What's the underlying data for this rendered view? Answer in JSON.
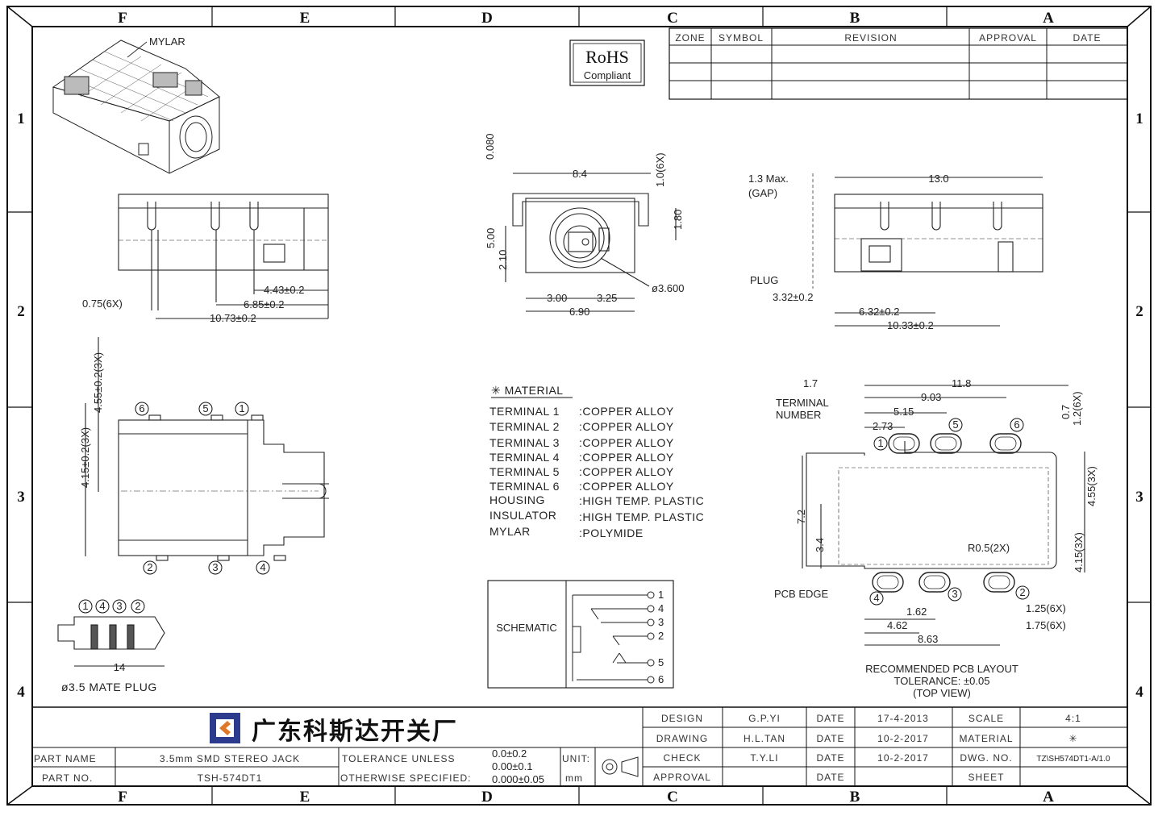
{
  "border": {
    "cols_top": [
      "F",
      "E",
      "D",
      "C",
      "B",
      "A"
    ],
    "rows_left": [
      "1",
      "2",
      "3",
      "4"
    ]
  },
  "revision_table": {
    "headers": [
      "ZONE",
      "SYMBOL",
      "REVISION",
      "APPROVAL",
      "DATE"
    ]
  },
  "rohs": {
    "line1": "RoHS",
    "line2": "Compliant"
  },
  "iso_view": {
    "label": "MYLAR"
  },
  "front_dims": {
    "d1": "0.75(6X)",
    "d2": "4.43±0.2",
    "d3": "6.85±0.2",
    "d4": "10.73±0.2"
  },
  "end_dims": {
    "w_top": "8.4",
    "h_top": "0.080",
    "pin": "1.0(6X)",
    "h_total": "5.00",
    "h_mid": "2.10",
    "h_r": "1.80",
    "w1": "3.00",
    "w2": "3.25",
    "w_bot": "6.90",
    "dia": "ø3.600"
  },
  "side_dims": {
    "gap1": "1.3 Max.",
    "gap2": "(GAP)",
    "len": "13.0",
    "plug": "PLUG",
    "d1": "3.32±0.2",
    "d2": "6.32±0.2",
    "d3": "10.33±0.2"
  },
  "top_dims": {
    "v1": "4.55±0.2(3X)",
    "v2": "4.15±0.2(3X)",
    "pins_top": [
      "6",
      "5",
      "1"
    ],
    "pins_bot": [
      "2",
      "3",
      "4"
    ]
  },
  "plug": {
    "nums": [
      "1",
      "4",
      "3",
      "2"
    ],
    "len": "14",
    "title": "ø3.5 MATE PLUG"
  },
  "material": {
    "title": "✳ MATERIAL",
    "rows": [
      {
        "k": "TERMINAL 1",
        "v": ":COPPER ALLOY"
      },
      {
        "k": "TERMINAL 2",
        "v": ":COPPER ALLOY"
      },
      {
        "k": "TERMINAL 3",
        "v": ":COPPER ALLOY"
      },
      {
        "k": "TERMINAL 4",
        "v": ":COPPER ALLOY"
      },
      {
        "k": "TERMINAL 5",
        "v": ":COPPER ALLOY"
      },
      {
        "k": "TERMINAL 6",
        "v": ":COPPER ALLOY"
      },
      {
        "k": "HOUSING",
        "v": ":HIGH TEMP. PLASTIC"
      },
      {
        "k": "INSULATOR",
        "v": ":HIGH TEMP. PLASTIC"
      },
      {
        "k": "MYLAR",
        "v": ":POLYMIDE"
      }
    ]
  },
  "schematic": {
    "label": "SCHEMATIC",
    "pins": [
      "1",
      "4",
      "3",
      "2",
      "5",
      "6"
    ]
  },
  "pcb": {
    "d17": "1.7",
    "d118": "11.8",
    "d903": "9.03",
    "d515": "5.15",
    "d273": "2.73",
    "term1": "TERMINAL",
    "term2": "NUMBER",
    "tol": "0.7",
    "d12": "1.2(6X)",
    "d455": "4.55(3X)",
    "d72": "7.2",
    "d34": "3.4",
    "r05": "R0.5(2X)",
    "d415": "4.15(3X)",
    "edge": "PCB EDGE",
    "d162": "1.62",
    "d462": "4.62",
    "d863": "8.63",
    "d125": "1.25(6X)",
    "d175": "1.75(6X)",
    "n_top": [
      "1",
      "5",
      "6"
    ],
    "n_bot": [
      "4",
      "3",
      "2"
    ],
    "cap1": "RECOMMENDED PCB LAYOUT",
    "cap2": "TOLERANCE: ±0.05",
    "cap3": "(TOP VIEW)"
  },
  "title_block": {
    "company": "广东科斯达开关厂",
    "part_name_k": "PART NAME",
    "part_name_v": "3.5mm SMD STEREO JACK",
    "part_no_k": "PART NO.",
    "part_no_v": "TSH-574DT1",
    "tol1": "TOLERANCE UNLESS",
    "tol2": "OTHERWISE SPECIFIED:",
    "tv1": "0.0±0.2",
    "tv2": "0.00±0.1",
    "tv3": "0.000±0.05",
    "unit_k": "UNIT:",
    "unit_v": "mm",
    "rows": [
      {
        "role": "DESIGN",
        "name": "G.P.YI",
        "dk": "DATE",
        "date": "17-4-2013",
        "k": "SCALE",
        "v": "4:1"
      },
      {
        "role": "DRAWING",
        "name": "H.L.TAN",
        "dk": "DATE",
        "date": "10-2-2017",
        "k": "MATERIAL",
        "v": "✳"
      },
      {
        "role": "CHECK",
        "name": "T.Y.LI",
        "dk": "DATE",
        "date": "10-2-2017",
        "k": "DWG. NO.",
        "v": "TZ\\SH574DT1-A/1.0"
      },
      {
        "role": "APPROVAL",
        "name": "",
        "dk": "DATE",
        "date": "",
        "k": "SHEET",
        "v": ""
      }
    ]
  }
}
